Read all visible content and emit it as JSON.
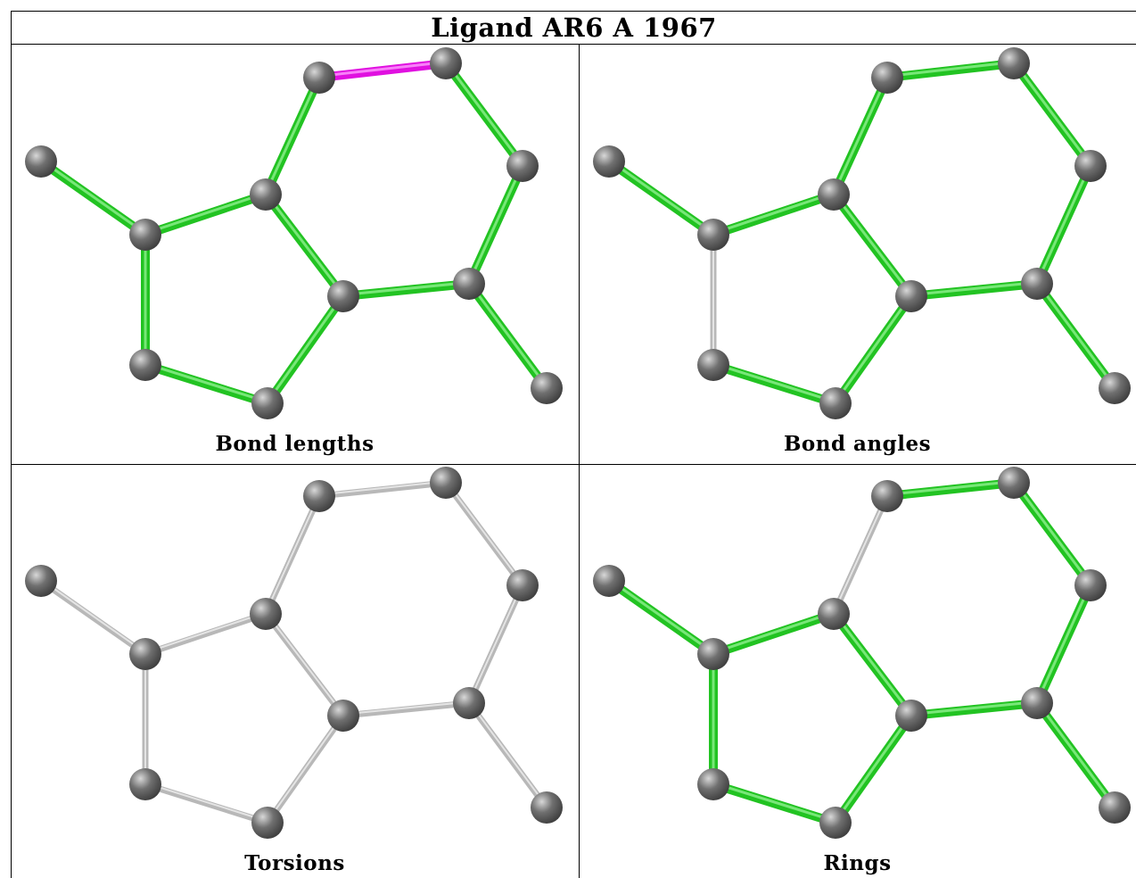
{
  "title": "Ligand AR6 A 1967",
  "colors": {
    "ok_bond": "#22c322",
    "ok_bond_light": "#8ef08e",
    "neutral_bond": "#b8b8b8",
    "neutral_bond_light": "#f0f0f0",
    "outlier_bond": "#e010e0",
    "outlier_bond_light": "#ff9cff",
    "atom": "#707070",
    "atom_light": "#d8d8d8",
    "atom_dark": "#3a3a3a",
    "grid": "#000000"
  },
  "panels": [
    {
      "caption": "Bond lengths",
      "bond_status": [
        "ok",
        "ok",
        "ok",
        "ok",
        "ok",
        "ok",
        "ok",
        "outlier",
        "ok",
        "ok",
        "ok",
        "ok",
        "neutral",
        "neutral"
      ]
    },
    {
      "caption": "Bond angles",
      "bond_status": [
        "ok",
        "ok",
        "ok",
        "ok",
        "ok",
        "ok",
        "ok",
        "ok",
        "ok",
        "ok",
        "ok",
        "neutral",
        "ok",
        "ok"
      ]
    },
    {
      "caption": "Torsions",
      "bond_status": [
        "neutral",
        "neutral",
        "neutral",
        "neutral",
        "neutral",
        "neutral",
        "neutral",
        "neutral",
        "neutral",
        "neutral",
        "neutral",
        "neutral",
        "neutral",
        "neutral"
      ]
    },
    {
      "caption": "Rings",
      "bond_status": [
        "neutral",
        "ok",
        "ok",
        "ok",
        "ok",
        "ok",
        "ok",
        "ok",
        "ok",
        "ok",
        "ok",
        "ok",
        "ok",
        "neutral"
      ]
    }
  ]
}
